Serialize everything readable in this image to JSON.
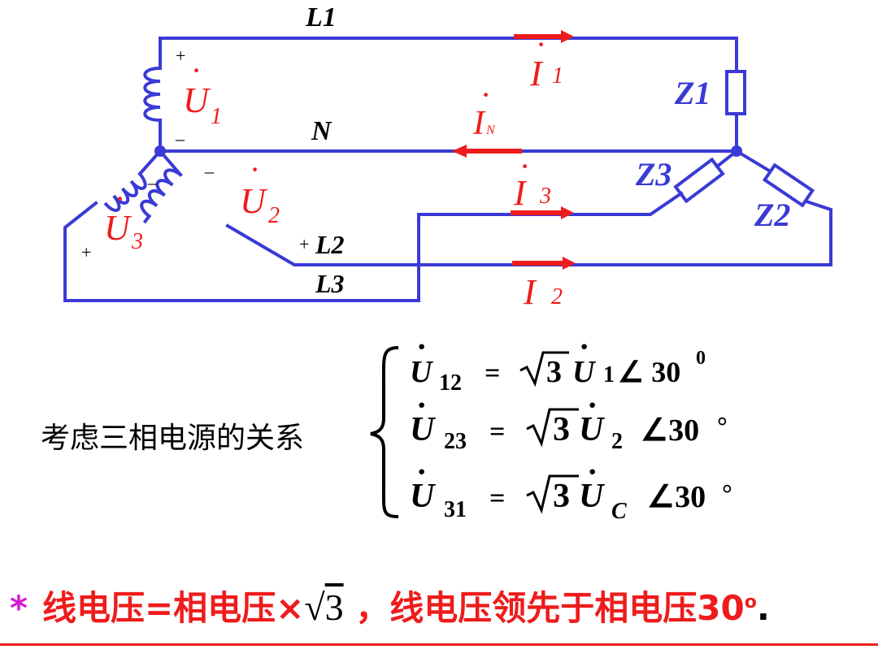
{
  "labels": {
    "L1": "L1",
    "N": "N",
    "L2": "L2",
    "L3": "L3",
    "Z1": "Z1",
    "Z2": "Z2",
    "Z3": "Z3",
    "U1": "U",
    "U1_sub": "1",
    "U2": "U",
    "U2_sub": "2",
    "U3": "U",
    "U3_sub": "3",
    "I1": "I",
    "I1_sub": "1",
    "I2": "I",
    "I2_sub": "2",
    "I3": "I",
    "I3_sub": "3",
    "IN": "I",
    "IN_sub": "N",
    "plus": "+",
    "minus": "–",
    "dot": "·"
  },
  "relation_label": "考虑三相电源的关系",
  "equations": [
    {
      "lhs": "U",
      "lhs_sub": "12",
      "eq": "=",
      "root": "3",
      "rhs": "U",
      "rhs_sub": "1",
      "angle": "∠ 30",
      "deg": "0"
    },
    {
      "lhs": "U",
      "lhs_sub": "23",
      "eq": "=",
      "root": "3",
      "rhs": "U",
      "rhs_sub": "2",
      "angle": "∠30",
      "deg": "°"
    },
    {
      "lhs": "U",
      "lhs_sub": "31",
      "eq": "=",
      "root": "3",
      "rhs": "U",
      "rhs_sub": "C",
      "angle": "∠30",
      "deg": "°"
    }
  ],
  "bottom": {
    "star": "*",
    "part1": "线电压=相电压×",
    "root": "3",
    "part2": "，线电压领先于相电压30",
    "deg": "o",
    "end": "."
  },
  "colors": {
    "wire": "#3a3ad6",
    "current": "#ee1c1c",
    "star": "#d21bd2"
  }
}
